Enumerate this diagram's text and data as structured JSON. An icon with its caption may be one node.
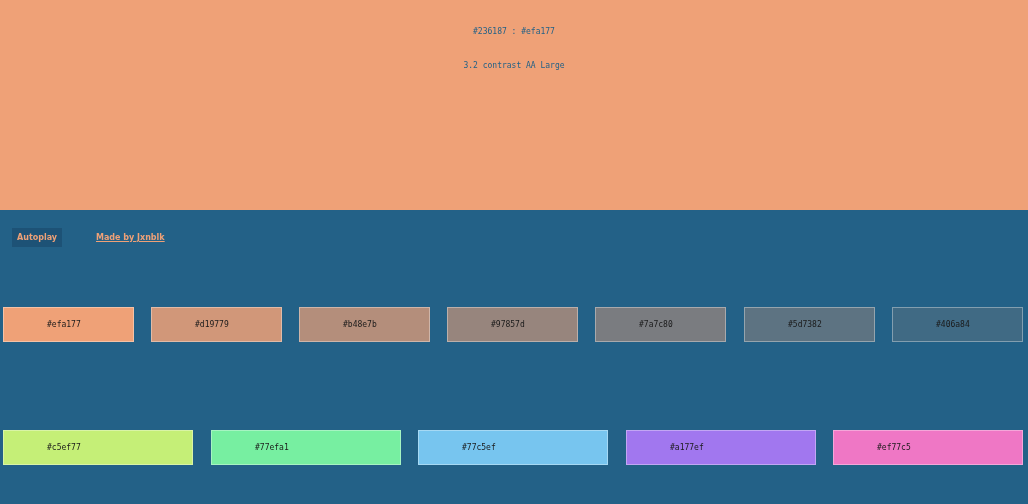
{
  "diagram": {
    "title": "#236187 : #efa177",
    "nodes": [
      {
        "text": [
          "#efa177"
        ]
      },
      {
        "text": [
          "#d19779"
        ]
      },
      {
        "text": [
          "#b48e7b"
        ]
      },
      {
        "text": [
          "#97857d"
        ]
      },
      {
        "text": [
          "#7a7c80"
        ]
      },
      {
        "text": [
          "#5d7382"
        ]
      },
      {
        "text": [
          "#406a84"
        ]
      },
      {
        "text": [
          "#c5ef77"
        ]
      },
      {
        "text": [
          "#77efa1"
        ]
      },
      {
        "text": [
          "#77c5ef"
        ]
      },
      {
        "text": [
          "#a177ef"
        ]
      },
      {
        "text": [
          "#ef77c5"
        ]
      }
    ],
    "labels": [
      "3.2 contrast AA Large",
      "Autoplay",
      "Made by Jxnblk"
    ]
  }
}
